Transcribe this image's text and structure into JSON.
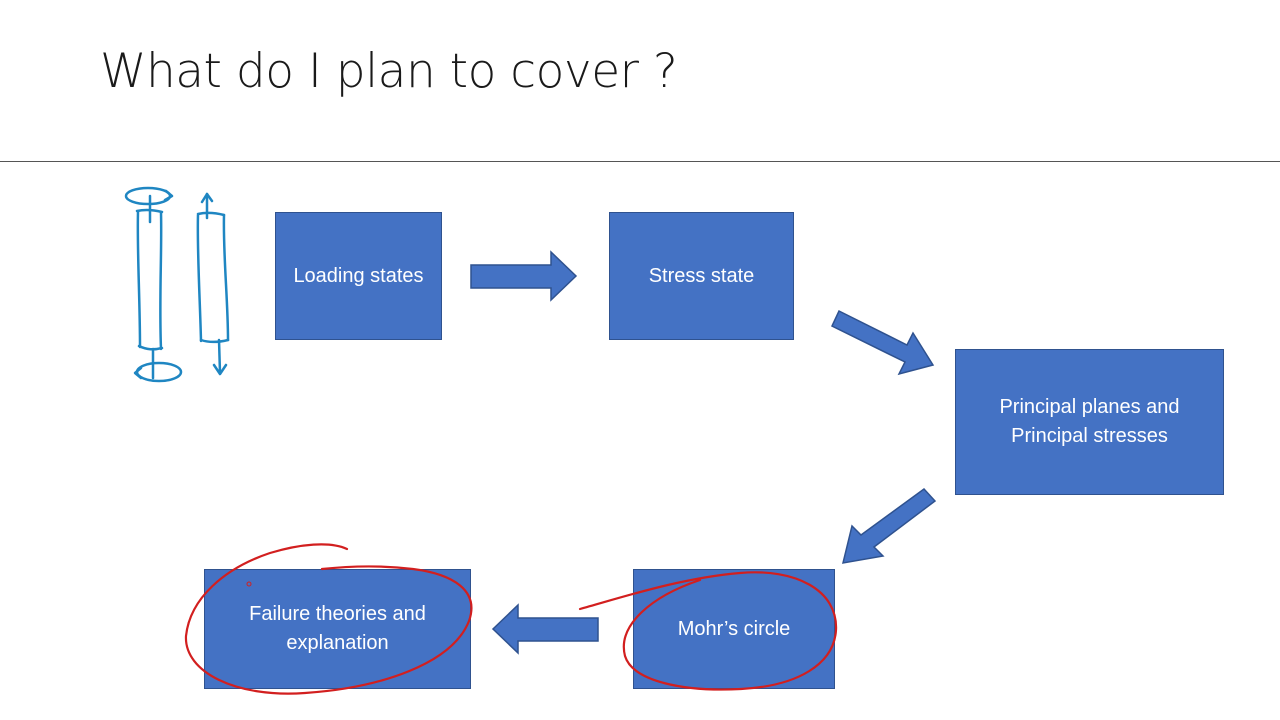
{
  "slide": {
    "title": "What do I plan to cover ?"
  },
  "flow": {
    "boxes": [
      {
        "id": "loading",
        "label": "Loading states"
      },
      {
        "id": "stress",
        "label": "Stress state"
      },
      {
        "id": "principal",
        "label": "Principal planes and\nPrincipal stresses"
      },
      {
        "id": "mohr",
        "label": "Mohr’s circle"
      },
      {
        "id": "failure",
        "label": "Failure theories and\nexplanation"
      }
    ]
  },
  "colors": {
    "box_fill": "#4472c4",
    "box_border": "#2f528f",
    "box_text": "#ffffff",
    "ink_blue": "#1f86c2",
    "ink_red": "#d21f1f"
  },
  "icons": [
    "column-sketch-icon",
    "arrow-right-icon",
    "arrow-down-right-icon",
    "arrow-down-left-icon",
    "arrow-left-icon"
  ]
}
